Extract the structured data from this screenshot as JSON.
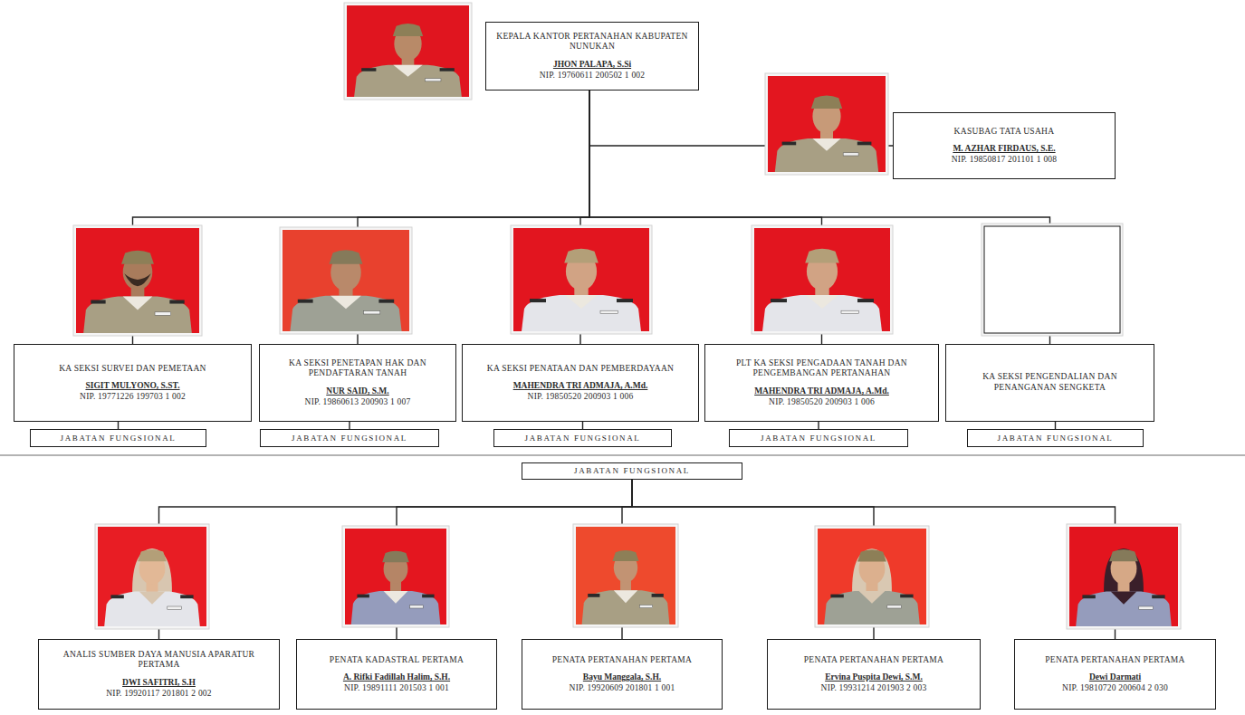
{
  "diagram": {
    "nodes": [
      {
        "text": [
          "KEPALA KANTOR PERTANAHAN KABUPATEN NUNUKAN",
          "JHON PALAPA, S.Si",
          "NIP. 19760611 200502 1 002"
        ]
      },
      {
        "text": [
          "KASUBAG TATA USAHA",
          "M. AZHAR FIRDAUS, S.E.",
          "NIP. 19850817 201101 1 008"
        ]
      },
      {
        "text": [
          "KA SEKSI SURVEI DAN PEMETAAN",
          "SIGIT MULYONO, S.ST.",
          "NIP. 19771226 199703 1 002"
        ]
      },
      {
        "text": [
          "KA SEKSI PENETAPAN HAK DAN PENDAFTARAN TANAH",
          "NUR SAID, S.M.",
          "NIP. 19860613 200903 1 007"
        ]
      },
      {
        "text": [
          "KA SEKSI PENATAAN DAN PEMBERDAYAAN",
          "MAHENDRA TRI ADMAJA, A.Md.",
          "NIP. 19850520 200903 1 006"
        ]
      },
      {
        "text": [
          "PLT KA SEKSI PENGADAAN TANAH DAN PENGEMBANGAN PERTANAHAN",
          "MAHENDRA TRI ADMAJA, A.Md.",
          "NIP. 19850520 200903 1 006"
        ]
      },
      {
        "text": [
          "KA SEKSI PENGENDALIAN DAN PENANGANAN SENGKETA"
        ]
      },
      {
        "text": [
          "JABATAN FUNGSIONAL"
        ]
      },
      {
        "text": [
          "JABATAN FUNGSIONAL"
        ]
      },
      {
        "text": [
          "JABATAN FUNGSIONAL"
        ]
      },
      {
        "text": [
          "JABATAN FUNGSIONAL"
        ]
      },
      {
        "text": [
          "JABATAN FUNGSIONAL"
        ]
      },
      {
        "text": [
          "JABATAN FUNGSIONAL"
        ]
      },
      {
        "text": [
          "ANALIS SUMBER DAYA MANUSIA APARATUR PERTAMA",
          "DWI SAFITRI, S.H",
          "NIP. 19920117 201801 2 002"
        ]
      },
      {
        "text": [
          "PENATA KADASTRAL PERTAMA",
          "A. Rifki Fadillah Halim, S.H.",
          "NIP. 19891111 201503 1 001"
        ]
      },
      {
        "text": [
          "PENATA PERTANAHAN PERTAMA",
          "Bayu Manggala, S.H.",
          "NIP. 19920609 201801 1 001"
        ]
      },
      {
        "text": [
          "PENATA PERTANAHAN PERTAMA",
          "Ervina Puspita Dewi, S.M.",
          "NIP. 19931214 201903 2 003"
        ]
      },
      {
        "text": [
          "PENATA PERTANAHAN PERTAMA",
          "Dewi Darmati",
          "NIP. 19810720 200604 2 030"
        ]
      }
    ],
    "edges": [
      {
        "from": 0,
        "to": 1,
        "arrow": "none"
      },
      {
        "from": 0,
        "to": 2,
        "arrow": "none"
      },
      {
        "from": 0,
        "to": 3,
        "arrow": "none"
      },
      {
        "from": 0,
        "to": 4,
        "arrow": "none"
      },
      {
        "from": 0,
        "to": 5,
        "arrow": "none"
      },
      {
        "from": 0,
        "to": 6,
        "arrow": "none"
      },
      {
        "from": 2,
        "to": 7,
        "arrow": "none"
      },
      {
        "from": 3,
        "to": 8,
        "arrow": "none"
      },
      {
        "from": 4,
        "to": 9,
        "arrow": "none"
      },
      {
        "from": 5,
        "to": 10,
        "arrow": "none"
      },
      {
        "from": 6,
        "to": 11,
        "arrow": "none"
      },
      {
        "from": 12,
        "to": 13,
        "arrow": "none"
      },
      {
        "from": 12,
        "to": 14,
        "arrow": "none"
      },
      {
        "from": 12,
        "to": 15,
        "arrow": "none"
      },
      {
        "from": 12,
        "to": 16,
        "arrow": "none"
      },
      {
        "from": 12,
        "to": 17,
        "arrow": "none"
      }
    ]
  }
}
